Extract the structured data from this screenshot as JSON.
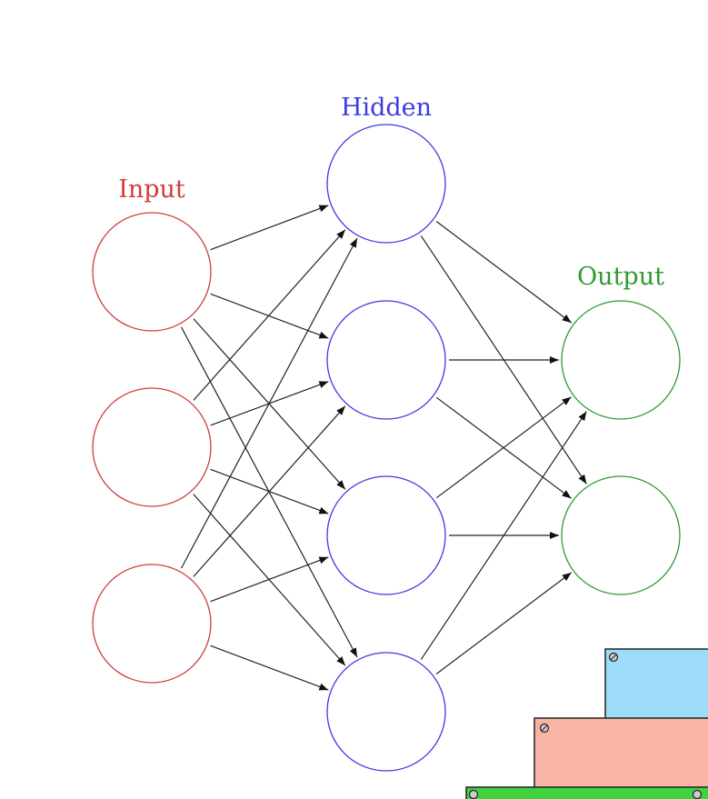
{
  "layers": [
    {
      "label": "Input",
      "color": "#d33b3b",
      "nodes": 3
    },
    {
      "label": "Hidden",
      "color": "#3b3be0",
      "nodes": 4
    },
    {
      "label": "Output",
      "color": "#2e9b2e",
      "nodes": 2
    }
  ],
  "edge_color": "#222222",
  "blocks": [
    {
      "color": "#9ddcf8"
    },
    {
      "color": "#f8b4a4"
    },
    {
      "color": "#3fd43f"
    }
  ]
}
